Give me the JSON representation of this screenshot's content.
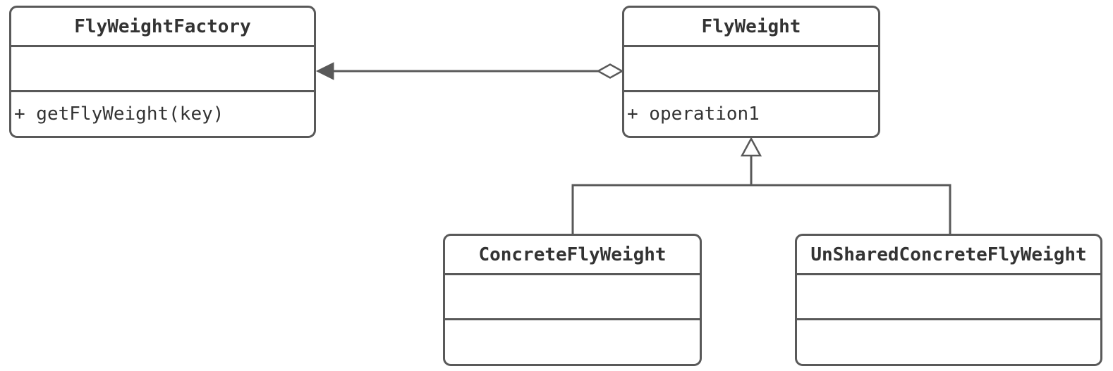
{
  "diagram": {
    "kind": "uml-class-diagram",
    "pattern": "Flyweight",
    "colors": {
      "stroke": "#595959",
      "text": "#333333",
      "background": "#ffffff"
    },
    "classes": [
      {
        "name": "FlyWeightFactory",
        "attributes": [],
        "methods": [
          "+ getFlyWeight(key)"
        ]
      },
      {
        "name": "FlyWeight",
        "attributes": [],
        "methods": [
          "+ operation1"
        ]
      },
      {
        "name": "ConcreteFlyWeight",
        "attributes": [],
        "methods": []
      },
      {
        "name": "UnSharedConcreteFlyWeight",
        "attributes": [],
        "methods": []
      }
    ],
    "relationships": [
      {
        "type": "aggregation",
        "from": "FlyWeight",
        "to": "FlyWeightFactory",
        "notation": "hollow diamond at FlyWeight side, filled arrowhead at FlyWeightFactory side"
      },
      {
        "type": "inheritance",
        "from": "ConcreteFlyWeight",
        "to": "FlyWeight",
        "notation": "hollow triangle at FlyWeight side"
      },
      {
        "type": "inheritance",
        "from": "UnSharedConcreteFlyWeight",
        "to": "FlyWeight",
        "notation": "hollow triangle at FlyWeight side"
      }
    ]
  }
}
